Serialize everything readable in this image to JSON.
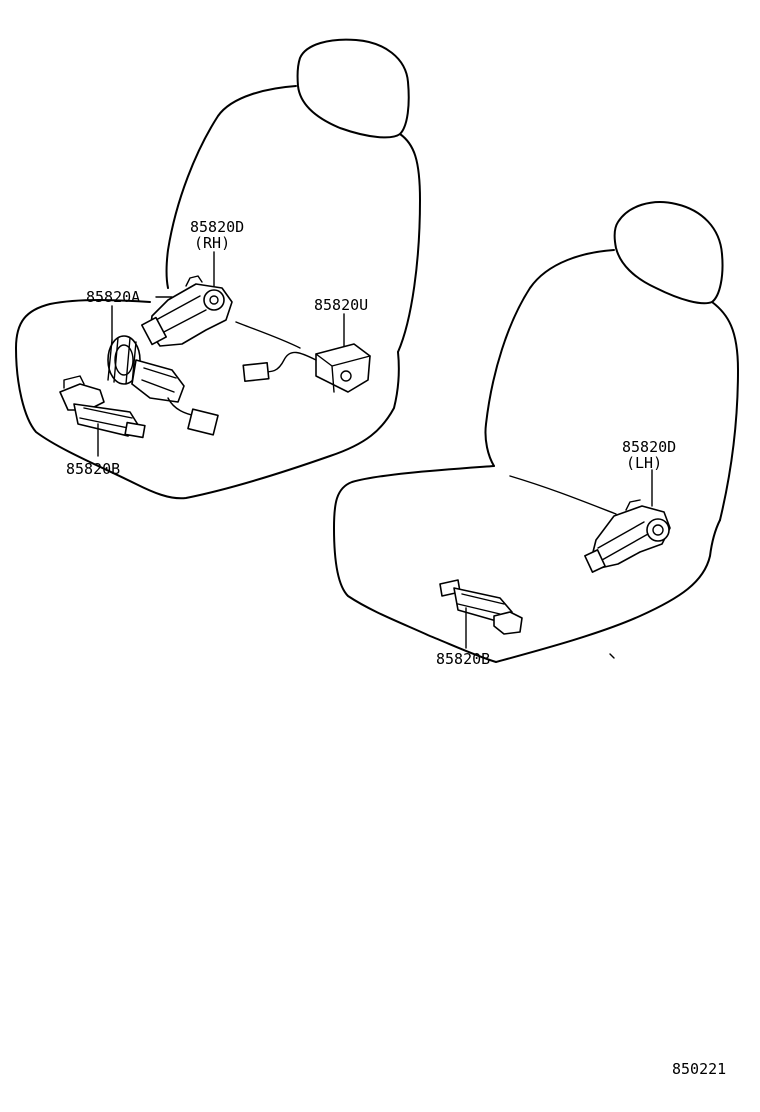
{
  "diagram": {
    "labels": {
      "rh_motor": "85820D",
      "rh_side": "(RH)",
      "motor_a": "85820A",
      "ecu": "85820U",
      "rh_slide": "85820B",
      "lh_motor": "85820D",
      "lh_side": "(LH)",
      "lh_slide": "85820B"
    },
    "figure_code": "850221"
  }
}
